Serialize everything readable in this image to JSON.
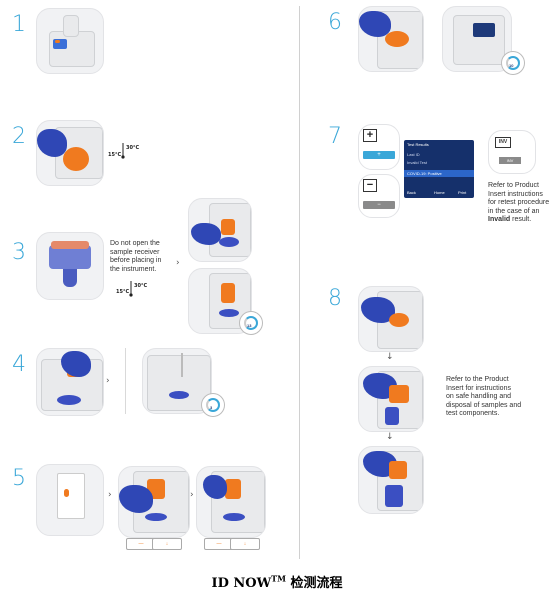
{
  "steps": {
    "s1": "1",
    "s2": "2",
    "s3": "3",
    "s4": "4",
    "s5": "5",
    "s6": "6",
    "s7": "7",
    "s8": "8"
  },
  "temps": {
    "step2_low": "15°C",
    "step2_high": "30°C",
    "step3_low": "15°C",
    "step3_high": "30°C"
  },
  "step3_text": [
    "Do not open the",
    "sample receiver",
    "before placing in",
    "the instrument."
  ],
  "step7": {
    "plus_symbol": "+",
    "minus_symbol": "−",
    "plus_bar": "+",
    "minus_bar": "−",
    "screen_header": "Test Results",
    "screen_row1": "Last ID",
    "screen_row2": "Invalid Test",
    "screen_highlight": "COVID-19: Positive",
    "screen_footer": [
      "Back",
      "Home",
      "Print"
    ],
    "inv_box": "INV",
    "inv_bar": "INV",
    "note_lines": [
      "Refer to Product",
      "Insert instructions",
      "for retest procedure",
      "in the case of an"
    ],
    "note_bold": "Invalid",
    "note_end": " result."
  },
  "step8_text": [
    "Refer to the Product",
    "Insert for instructions",
    "on safe handling and",
    "disposal of samples and",
    "test components."
  ],
  "timer_labels": {
    "t3": "13",
    "t4": "3",
    "t6": "10"
  },
  "caption": {
    "main": "ID NOW",
    "sup": "TM",
    "tail": " 检测流程"
  },
  "colors": {
    "accent": "#3aa7d8",
    "orange": "#f07a1f",
    "glove": "#2f47b5"
  }
}
